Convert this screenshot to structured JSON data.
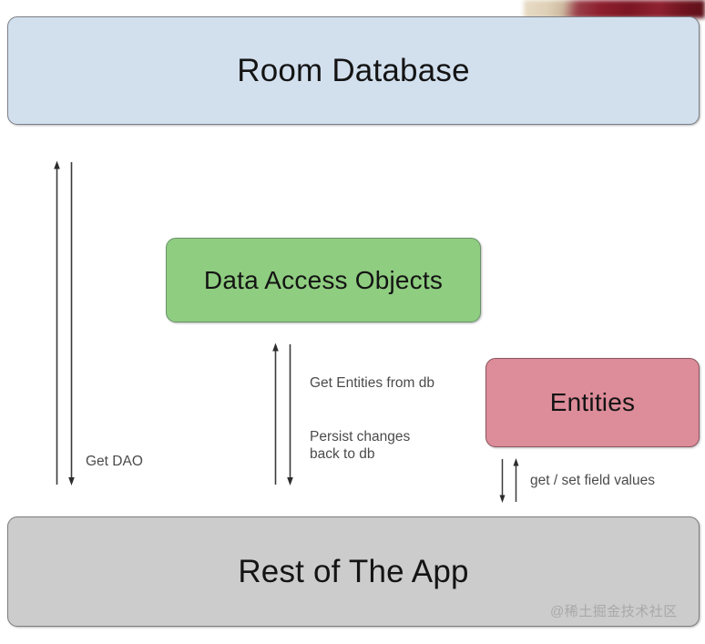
{
  "diagram": {
    "type": "architecture-block-diagram",
    "background_color": "#ffffff",
    "nodes": [
      {
        "id": "room-database",
        "label": "Room Database",
        "color": "#d2e0ee",
        "border_color": "#7b7f86"
      },
      {
        "id": "data-access-objects",
        "label": "Data Access Objects",
        "color": "#8fcd80",
        "border_color": "#69936a"
      },
      {
        "id": "entities",
        "label": "Entities",
        "color": "#dd8c99",
        "border_color": "#8a5560"
      },
      {
        "id": "rest-of-the-app",
        "label": "Rest of The App",
        "color": "#cccccc",
        "border_color": "#7c7c80"
      }
    ],
    "connectors": [
      {
        "id": "get-dao",
        "label": "Get DAO",
        "from": "rest-of-the-app",
        "to": "room-database",
        "directions": [
          "up",
          "down"
        ]
      },
      {
        "id": "get-entities",
        "label": "Get Entities from db",
        "from": "rest-of-the-app",
        "to": "data-access-objects",
        "directions": [
          "up",
          "down"
        ]
      },
      {
        "id": "persist-changes",
        "label": "Persist changes\nback to db",
        "from": "rest-of-the-app",
        "to": "data-access-objects",
        "directions": [
          "up",
          "down"
        ]
      },
      {
        "id": "get-set-field-values",
        "label": "get / set field values",
        "from": "entities",
        "to": "rest-of-the-app",
        "directions": [
          "down",
          "up"
        ]
      }
    ],
    "arrow_color": "#3a3a3a"
  },
  "watermark": {
    "text": "@稀土掘金技术社区"
  },
  "photo_fragment": {
    "description": "blurred-video-frame-strip"
  }
}
